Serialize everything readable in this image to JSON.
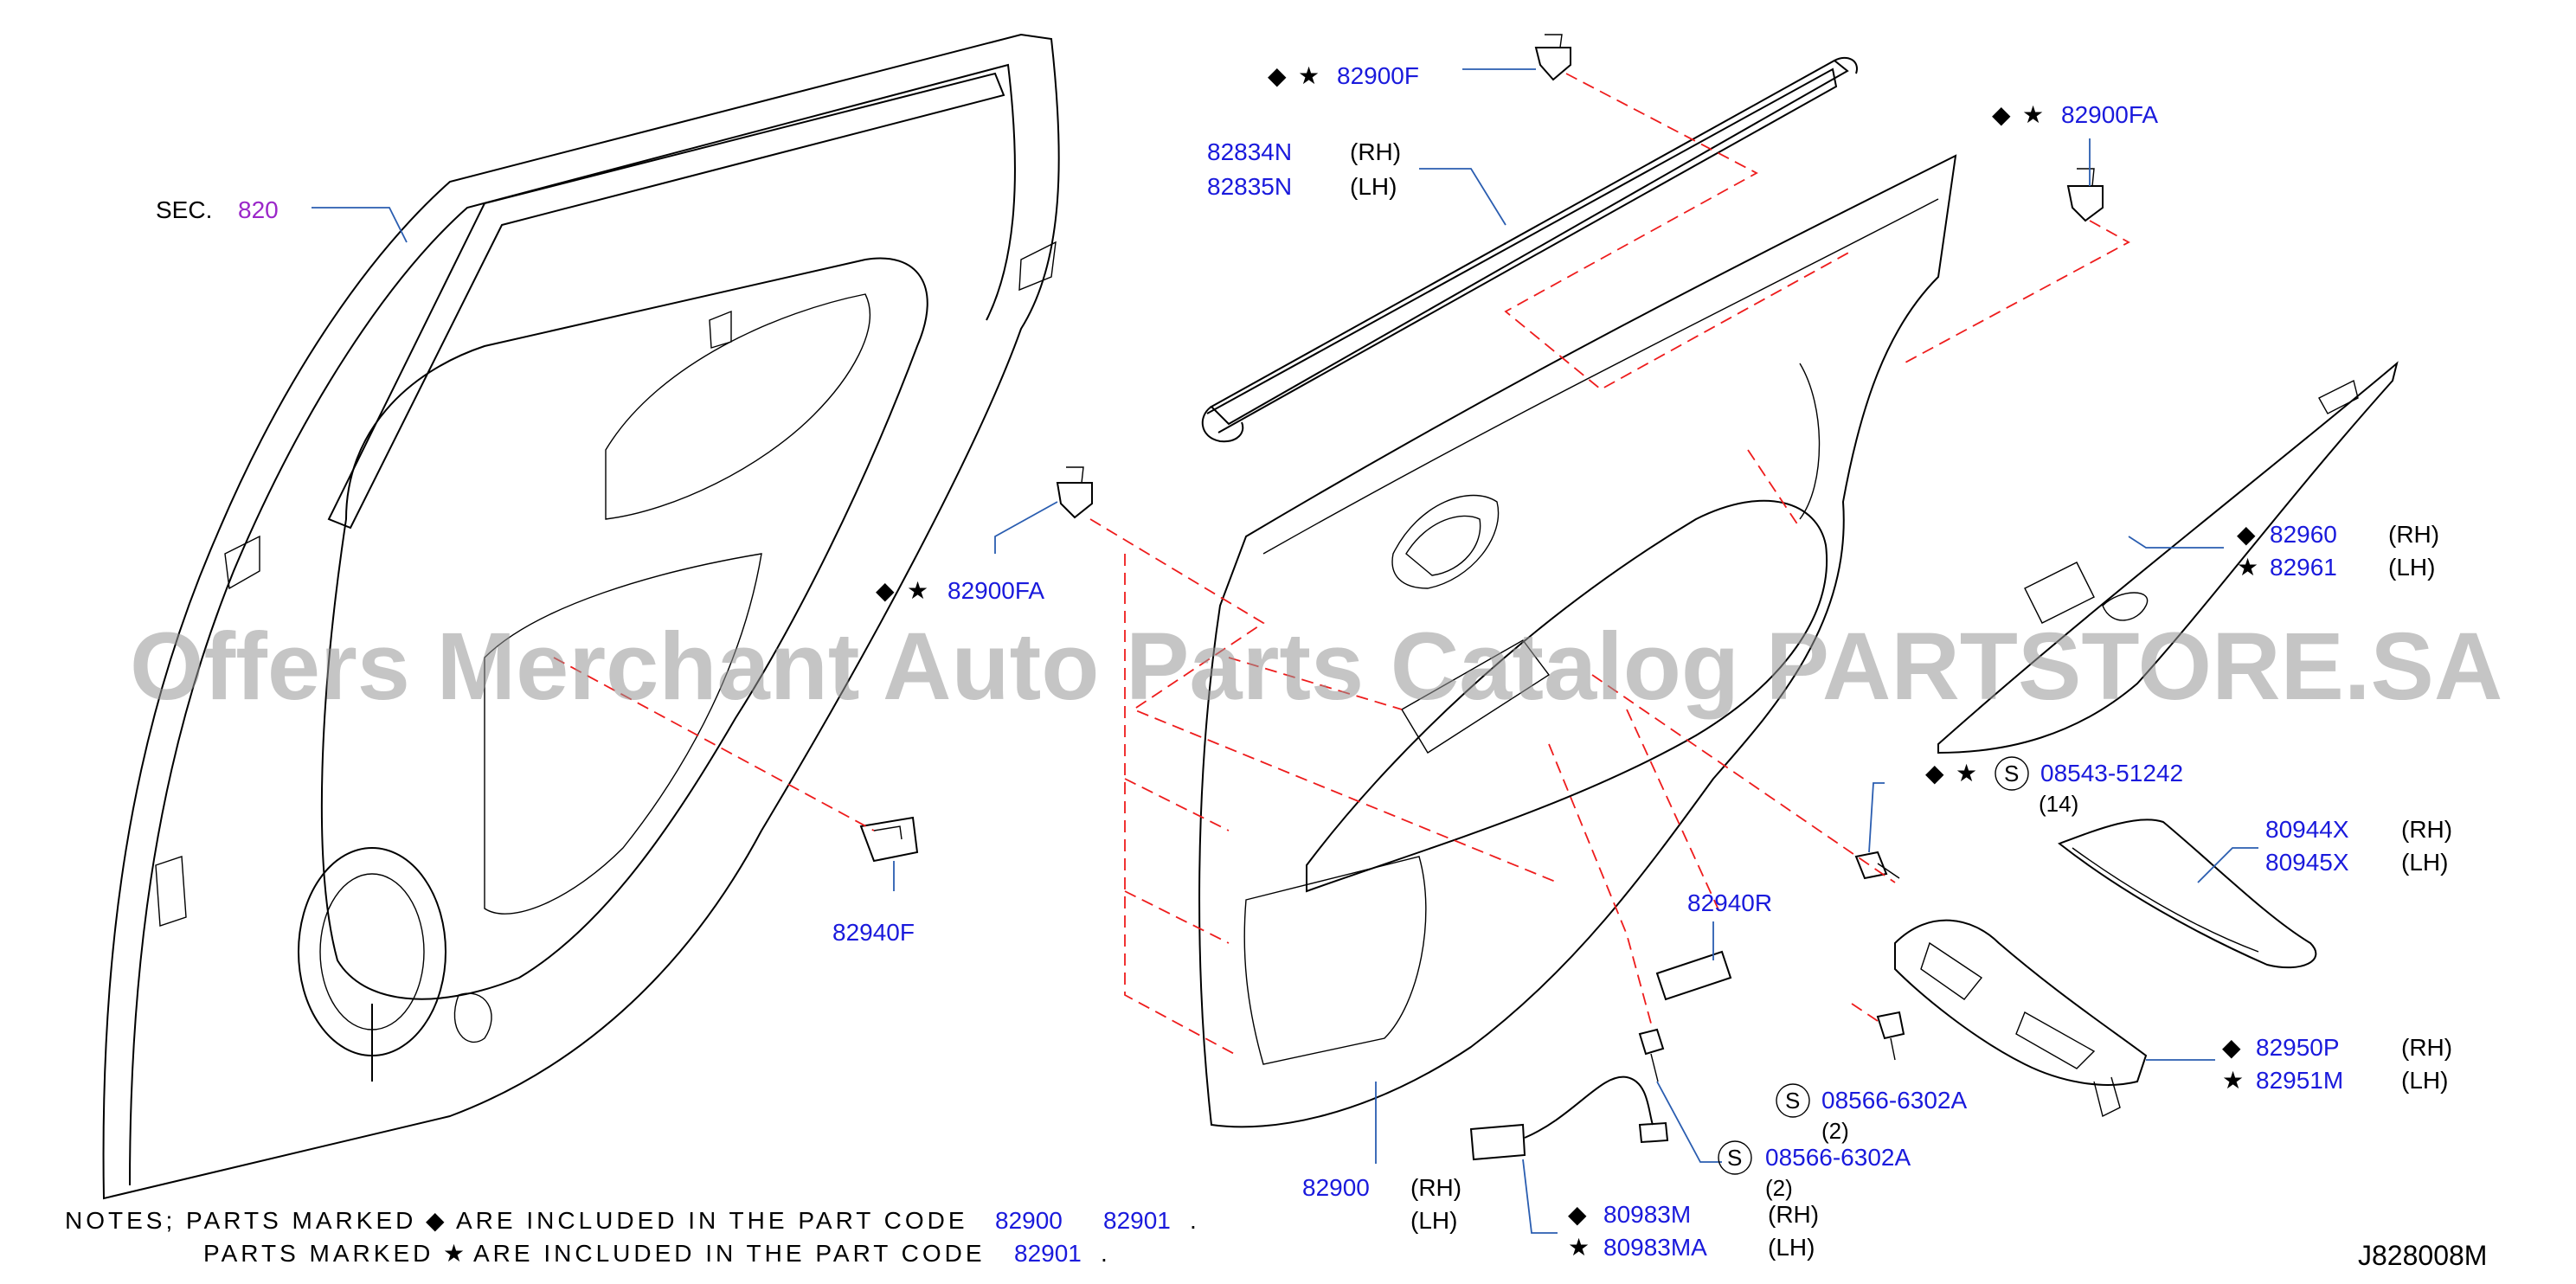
{
  "diagram": {
    "sec_prefix": "SEC.",
    "sec_ref": "820",
    "watermark": "Offers Merchant Auto Parts Catalog PARTSTORE.SA",
    "figure_code": "J828008M",
    "symbols": {
      "diamond": "◆",
      "star": "★",
      "s_circle": "S"
    },
    "side": {
      "rh": "(RH)",
      "lh": "(LH)"
    },
    "callouts": {
      "c82900F": "82900F",
      "c82834N": "82834N",
      "c82835N": "82835N",
      "c82900FA_top": "82900FA",
      "c82900FA_left": "82900FA",
      "c82940F": "82940F",
      "c82960": "82960",
      "c82961": "82961",
      "c08543": "08543-51242",
      "c08543_qty": "(14)",
      "c80944X": "80944X",
      "c80945X": "80945X",
      "c82940R": "82940R",
      "c82950P": "82950P",
      "c82951M": "82951M",
      "c08566_a": "08566-6302A",
      "c08566_a_qty": "(2)",
      "c08566_b": "08566-6302A",
      "c08566_b_qty": "(2)",
      "c82900": "82900",
      "c80983M": "80983M",
      "c80983MA": "80983MA"
    },
    "notes": {
      "line1_prefix": "NOTES;  PARTS  MARKED",
      "line1_mid": "ARE  INCLUDED  IN  THE  PART  CODE",
      "line1_code1": "82900",
      "line1_code2": "82901",
      "line2_prefix": "PARTS  MARKED",
      "line2_mid": "ARE  INCLUDED  IN  THE  PART  CODE",
      "line2_code": "82901",
      "period": "."
    }
  }
}
